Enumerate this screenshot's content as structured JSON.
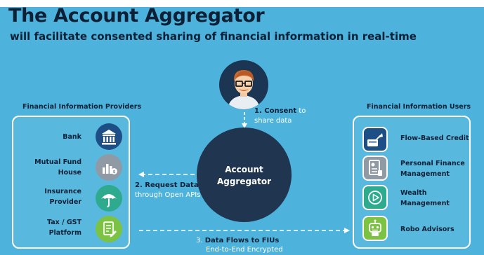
{
  "header": {
    "title": "The Account Aggregator",
    "subtitle": "will facilitate consented sharing of financial information in real-time"
  },
  "left_panel": {
    "heading": "Financial Information Providers",
    "items": [
      {
        "label_lines": [
          "Bank"
        ],
        "icon": "bank-icon",
        "color": "#1d4f86"
      },
      {
        "label_lines": [
          "Mutual Fund",
          "House"
        ],
        "icon": "mutual-fund-chart-icon",
        "color": "#8f9aa5"
      },
      {
        "label_lines": [
          "Insurance",
          "Provider"
        ],
        "icon": "umbrella-icon",
        "color": "#2eaa8f"
      },
      {
        "label_lines": [
          "Tax / GST",
          "Platform"
        ],
        "icon": "tax-document-icon",
        "color": "#7cc243"
      }
    ]
  },
  "right_panel": {
    "heading": "Financial Information Users",
    "items": [
      {
        "label_lines": [
          "Flow-Based Credit"
        ],
        "icon": "credit-rocket-icon",
        "color": "#1d4f86"
      },
      {
        "label_lines": [
          "Personal Finance",
          "Management"
        ],
        "icon": "finance-document-icon",
        "color": "#8f9aa5"
      },
      {
        "label_lines": [
          "Wealth",
          "Management"
        ],
        "icon": "play-icon",
        "color": "#2eaa8f"
      },
      {
        "label_lines": [
          "Robo Advisors"
        ],
        "icon": "robot-icon",
        "color": "#7cc243"
      }
    ]
  },
  "center": {
    "aggregator_lines": [
      "Account",
      "Aggregator"
    ],
    "consent_bold": "1. Consent",
    "consent_rest": "to",
    "consent_line2": "share data",
    "request_bold": "2. Request Data",
    "request_line2": "through Open APIs",
    "flow_prefix": "3.",
    "flow_bold": "Data Flows to FIUs",
    "flow_line2": "End-to-End Encrypted"
  },
  "colors": {
    "background": "#4db3dc",
    "dark_navy": "#1f3550",
    "white": "#ffffff"
  }
}
